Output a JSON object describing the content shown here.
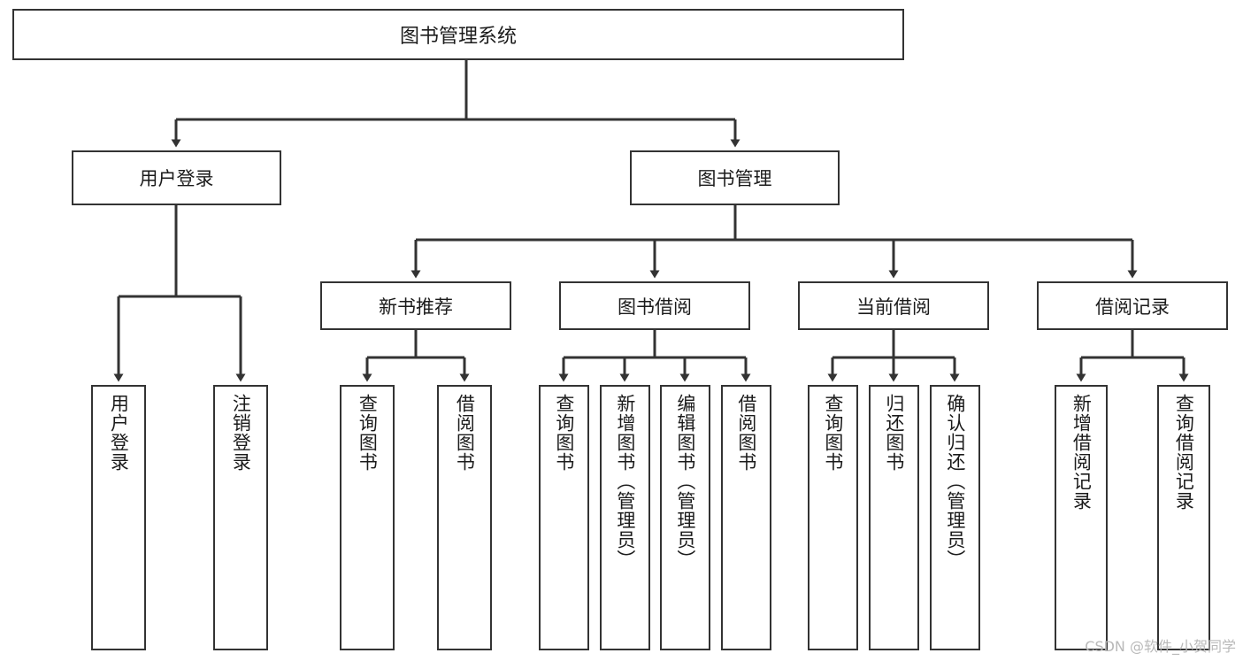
{
  "diagram": {
    "title": "图书管理系统",
    "type": "tree-hierarchy",
    "watermark": "CSDN @软件_小贺同学",
    "colors": {
      "background": "#ffffff",
      "box_border": "#333333",
      "box_fill": "#ffffff",
      "connector": "#333333",
      "text": "#1b1b1b",
      "watermark": "#b9b9b9"
    },
    "nodes": {
      "root": {
        "label": "图书管理系统"
      },
      "level2": [
        {
          "id": "user-login",
          "label": "用户登录"
        },
        {
          "id": "book-manage",
          "label": "图书管理"
        }
      ],
      "level3": [
        {
          "id": "new-book-recommend",
          "label": "新书推荐"
        },
        {
          "id": "book-borrow",
          "label": "图书借阅"
        },
        {
          "id": "current-borrow",
          "label": "当前借阅"
        },
        {
          "id": "borrow-record",
          "label": "借阅记录"
        }
      ],
      "leaves": {
        "user_login": [
          {
            "id": "leaf-user-login",
            "label": "用户登录"
          },
          {
            "id": "leaf-logout-login",
            "label": "注销登录"
          }
        ],
        "new_book_recommend": [
          {
            "id": "leaf-query-book-1",
            "label": "查询图书"
          },
          {
            "id": "leaf-borrow-book-1",
            "label": "借阅图书"
          }
        ],
        "book_borrow": [
          {
            "id": "leaf-query-book-2",
            "label": "查询图书"
          },
          {
            "id": "leaf-add-book",
            "label": "新增图书（管理员）"
          },
          {
            "id": "leaf-edit-book",
            "label": "编辑图书（管理员）"
          },
          {
            "id": "leaf-borrow-book-2",
            "label": "借阅图书"
          }
        ],
        "current_borrow": [
          {
            "id": "leaf-query-book-3",
            "label": "查询图书"
          },
          {
            "id": "leaf-return-book",
            "label": "归还图书"
          },
          {
            "id": "leaf-confirm-return",
            "label": "确认归还（管理员）"
          }
        ],
        "borrow_record": [
          {
            "id": "leaf-add-record",
            "label": "新增借阅记录"
          },
          {
            "id": "leaf-query-record",
            "label": "查询借阅记录"
          }
        ]
      }
    }
  }
}
